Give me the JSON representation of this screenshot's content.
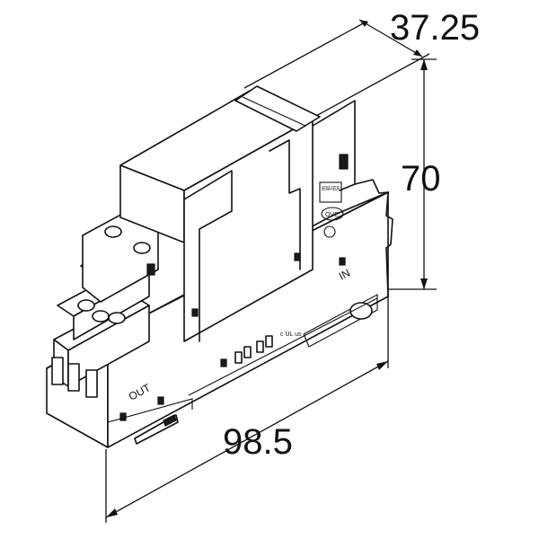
{
  "dimensions": {
    "depth": "37.25",
    "height": "70",
    "length": "98.5"
  },
  "labels": {
    "out": "OUT",
    "in": "IN",
    "cert_mark": "KEMA KEUR",
    "ove_mark": "ÖVE",
    "ul_mark": "c UL us"
  }
}
